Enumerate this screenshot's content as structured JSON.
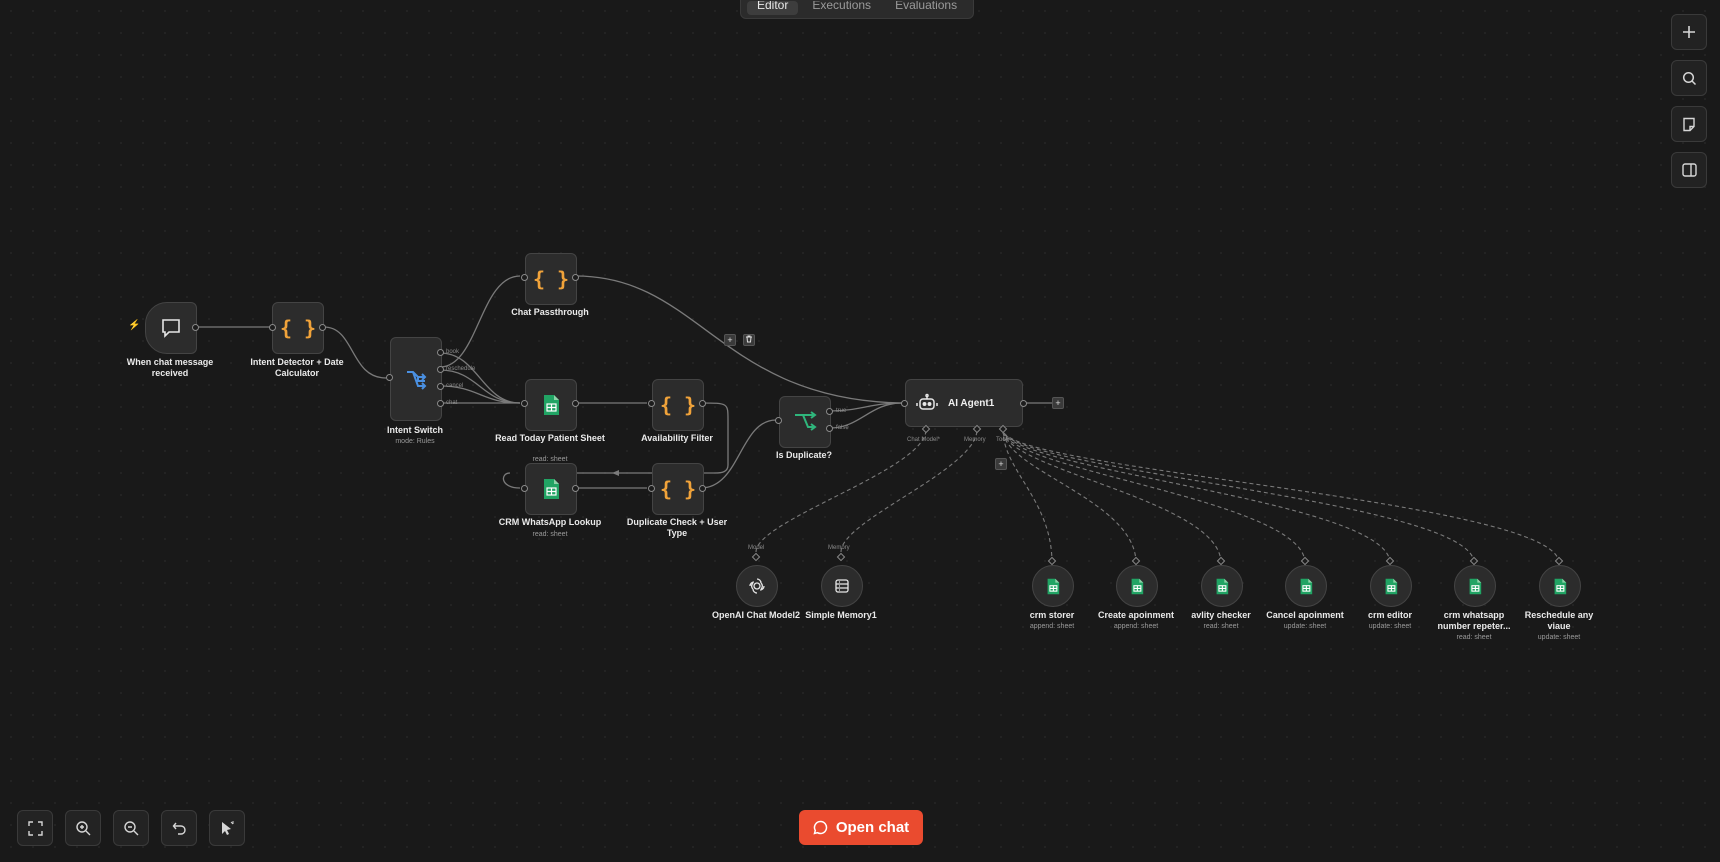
{
  "header": {
    "tabs": [
      "Editor",
      "Executions",
      "Evaluations"
    ]
  },
  "nodes": {
    "chat_trigger": {
      "label": "When chat message received"
    },
    "intent_detector": {
      "label": "Intent Detector + Date Calculator"
    },
    "intent_switch": {
      "label": "Intent Switch",
      "sublabel": "mode: Rules",
      "outputs": [
        "book",
        "reschedule",
        "cancel",
        "chat"
      ]
    },
    "chat_passthrough": {
      "label": "Chat Passthrough"
    },
    "read_patient_sheet": {
      "label": "Read Today Patient Sheet",
      "sublabel": "read: sheet"
    },
    "availability_filter": {
      "label": "Availability Filter"
    },
    "crm_lookup": {
      "label": "CRM WhatsApp Lookup",
      "sublabel": "read: sheet"
    },
    "duplicate_check": {
      "label": "Duplicate Check + User Type"
    },
    "is_duplicate": {
      "label": "Is Duplicate?",
      "outputs": [
        "true",
        "false"
      ]
    },
    "ai_agent": {
      "label": "AI Agent1",
      "ports": [
        "Chat Model*",
        "Memory",
        "Tool"
      ]
    },
    "openai_model": {
      "label": "OpenAI Chat Model2",
      "port": "Model"
    },
    "simple_memory": {
      "label": "Simple Memory1",
      "port": "Memory"
    },
    "tools": [
      {
        "label": "crm storer",
        "sublabel": "append: sheet"
      },
      {
        "label": "Create apoinment",
        "sublabel": "append: sheet"
      },
      {
        "label": "avlity checker",
        "sublabel": "read: sheet"
      },
      {
        "label": "Cancel apoinment",
        "sublabel": "update: sheet"
      },
      {
        "label": "crm editor",
        "sublabel": "update: sheet"
      },
      {
        "label": "crm whatsapp number repeter...",
        "sublabel": "read: sheet"
      },
      {
        "label": "Reschedule any viaue",
        "sublabel": "update: sheet"
      }
    ]
  },
  "actions": {
    "open_chat": "Open chat",
    "plus": "+"
  },
  "icons": {
    "right": [
      "plus-icon",
      "search-icon",
      "sticky-note-icon",
      "panel-icon"
    ],
    "bottom": [
      "fit-view-icon",
      "zoom-in-icon",
      "zoom-out-icon",
      "undo-icon",
      "tidy-up-icon"
    ]
  },
  "colors": {
    "accent": "#ea4b2f",
    "code_brace": "#f1a33a",
    "sheets_green": "#21a464",
    "switch_blue": "#4a90e2",
    "if_green": "#2fb67c"
  }
}
